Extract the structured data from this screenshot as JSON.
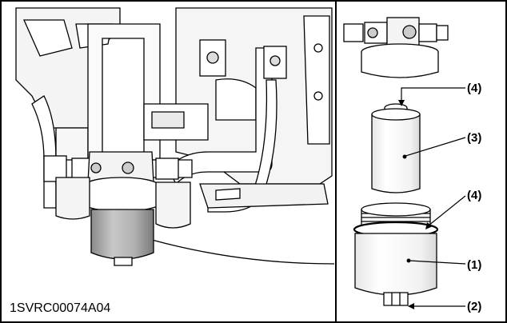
{
  "figure": {
    "image_code": "1SVRC00074A04",
    "callouts": {
      "seal_top": "(4)",
      "element": "(3)",
      "seal_ring": "(4)",
      "cup": "(1)",
      "drain_plug": "(2)"
    }
  }
}
